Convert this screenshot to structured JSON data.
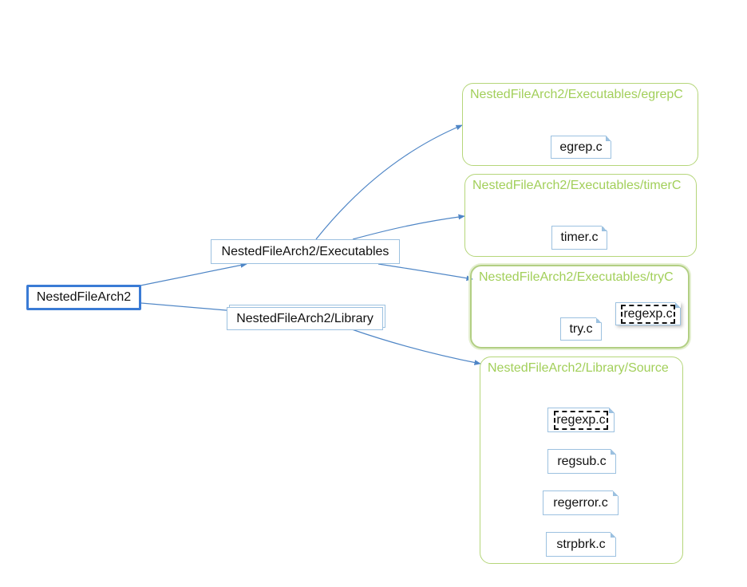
{
  "nodes": {
    "root": "NestedFileArch2",
    "executables": "NestedFileArch2/Executables",
    "library": "NestedFileArch2/Library"
  },
  "groups": {
    "egrepC": {
      "title": "NestedFileArch2/Executables/egrepC",
      "files": [
        "egrep.c"
      ]
    },
    "timerC": {
      "title": "NestedFileArch2/Executables/timerC",
      "files": [
        "timer.c"
      ]
    },
    "tryC": {
      "title": "NestedFileArch2/Executables/tryC",
      "files": [
        "try.c",
        "regexp.c"
      ]
    },
    "source": {
      "title": "NestedFileArch2/Library/Source",
      "files": [
        "regexp.c",
        "regsub.c",
        "regerror.c",
        "strpbrk.c"
      ]
    }
  },
  "colors": {
    "edge": "#4f86c6",
    "root_border": "#3a7bd5",
    "group_border": "#b5d67a",
    "group_title": "#a2cf5a"
  }
}
